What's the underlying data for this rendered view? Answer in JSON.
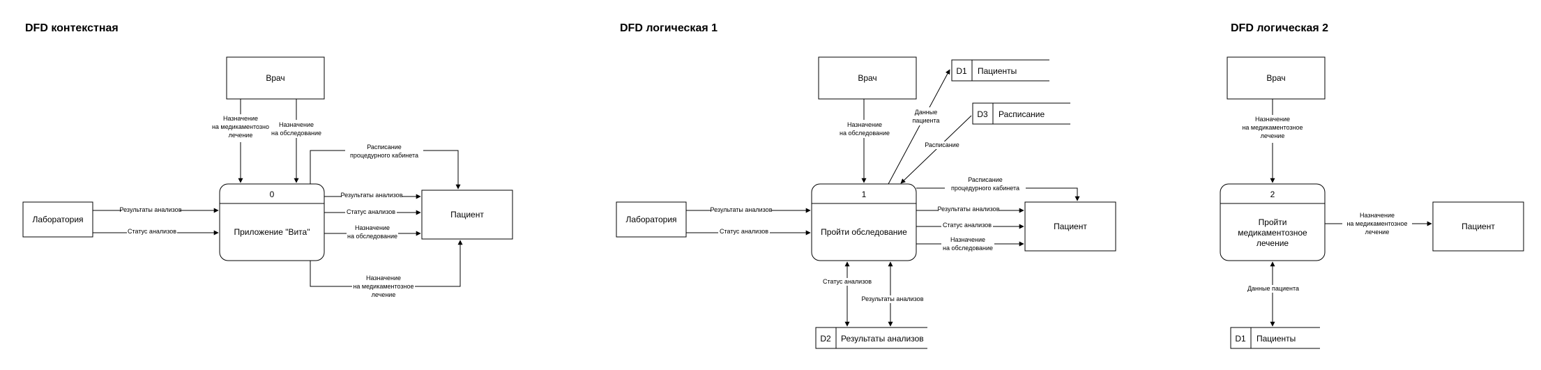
{
  "diagrams": [
    {
      "title": "DFD контекстная",
      "entities": {
        "doctor": "Врач",
        "lab": "Лаборатория",
        "patient": "Пациент"
      },
      "process": {
        "number": "0",
        "name": "Приложение \"Вита\""
      },
      "flows": {
        "doctor_treatment": [
          "Назначение",
          "на медикаментозно",
          "лечение"
        ],
        "doctor_exam": [
          "Назначение",
          "на обследование"
        ],
        "schedule": [
          "Расписание",
          "процедурного кабинета"
        ],
        "lab_results": "Результаты анализов",
        "lab_status": "Статус анализов",
        "out_results": "Результаты анализов",
        "out_status": "Статус анализов",
        "out_exam": [
          "Назначение",
          "на обследование"
        ],
        "out_treatment": [
          "Назначение",
          "на медикаментозное",
          "лечение"
        ]
      }
    },
    {
      "title": "DFD логическая 1",
      "entities": {
        "doctor": "Врач",
        "lab": "Лаборатория",
        "patient": "Пациент"
      },
      "process": {
        "number": "1",
        "name": "Пройти обследование"
      },
      "stores": [
        {
          "id": "D1",
          "name": "Пациенты"
        },
        {
          "id": "D3",
          "name": "Расписание"
        },
        {
          "id": "D2",
          "name": "Результаты анализов"
        }
      ],
      "flows": {
        "doctor_exam": [
          "Назначение",
          "на обследование"
        ],
        "patient_data": [
          "Данные",
          "пациента"
        ],
        "schedule": "Расписание",
        "lab_results": "Результаты анализов",
        "lab_status": "Статус анализов",
        "out_schedule": [
          "Расписание",
          "процедурного кабинета"
        ],
        "out_results": "Результаты анализов",
        "out_status": "Статус анализов",
        "out_exam": [
          "Назначение",
          "на обследование"
        ],
        "d2_status": "Статус анализов",
        "d2_results": "Результаты анализов"
      }
    },
    {
      "title": "DFD логическая 2",
      "entities": {
        "doctor": "Врач",
        "patient": "Пациент"
      },
      "process": {
        "number": "2",
        "name": [
          "Пройти",
          "медикаментозное",
          "лечение"
        ]
      },
      "stores": [
        {
          "id": "D1",
          "name": "Пациенты"
        }
      ],
      "flows": {
        "doctor_treatment": [
          "Назначение",
          "на медикаментозное",
          "лечение"
        ],
        "out_treatment": [
          "Назначение",
          "на медикаментозное",
          "лечение"
        ],
        "patient_data": "Данные пациента"
      }
    }
  ]
}
